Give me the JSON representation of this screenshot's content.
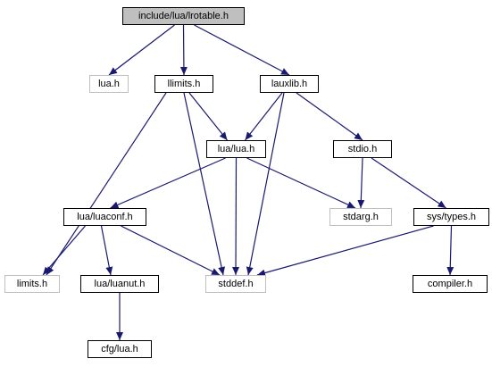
{
  "colors": {
    "edge": "#191970",
    "border": "#000000",
    "missing_border": "#bfbfbf",
    "root_fill": "#bfbfbf",
    "background": "#ffffff"
  },
  "nodes": [
    {
      "id": "root",
      "label": "include/lua/lrotable.h",
      "kind": "root"
    },
    {
      "id": "lua_h",
      "label": "lua.h",
      "kind": "external"
    },
    {
      "id": "llimits",
      "label": "llimits.h",
      "kind": "file"
    },
    {
      "id": "lauxlib",
      "label": "lauxlib.h",
      "kind": "file"
    },
    {
      "id": "lualua",
      "label": "lua/lua.h",
      "kind": "file"
    },
    {
      "id": "stdio",
      "label": "stdio.h",
      "kind": "file"
    },
    {
      "id": "luaconf",
      "label": "lua/luaconf.h",
      "kind": "file"
    },
    {
      "id": "stdarg",
      "label": "stdarg.h",
      "kind": "external"
    },
    {
      "id": "systypes",
      "label": "sys/types.h",
      "kind": "file"
    },
    {
      "id": "limits",
      "label": "limits.h",
      "kind": "external"
    },
    {
      "id": "luanut",
      "label": "lua/luanut.h",
      "kind": "file"
    },
    {
      "id": "stddef",
      "label": "stddef.h",
      "kind": "external"
    },
    {
      "id": "compiler",
      "label": "compiler.h",
      "kind": "file"
    },
    {
      "id": "cfglua",
      "label": "cfg/lua.h",
      "kind": "file"
    }
  ],
  "edges": [
    [
      "root",
      "lua_h"
    ],
    [
      "root",
      "llimits"
    ],
    [
      "root",
      "lauxlib"
    ],
    [
      "llimits",
      "limits"
    ],
    [
      "llimits",
      "lualua"
    ],
    [
      "llimits",
      "stddef"
    ],
    [
      "lauxlib",
      "lualua"
    ],
    [
      "lauxlib",
      "stddef"
    ],
    [
      "lauxlib",
      "stdio"
    ],
    [
      "lualua",
      "luaconf"
    ],
    [
      "lualua",
      "stddef"
    ],
    [
      "lualua",
      "stdarg"
    ],
    [
      "stdio",
      "stdarg"
    ],
    [
      "stdio",
      "systypes"
    ],
    [
      "luaconf",
      "limits"
    ],
    [
      "luaconf",
      "luanut"
    ],
    [
      "luaconf",
      "stddef"
    ],
    [
      "systypes",
      "stddef"
    ],
    [
      "systypes",
      "compiler"
    ],
    [
      "luanut",
      "cfglua"
    ]
  ]
}
